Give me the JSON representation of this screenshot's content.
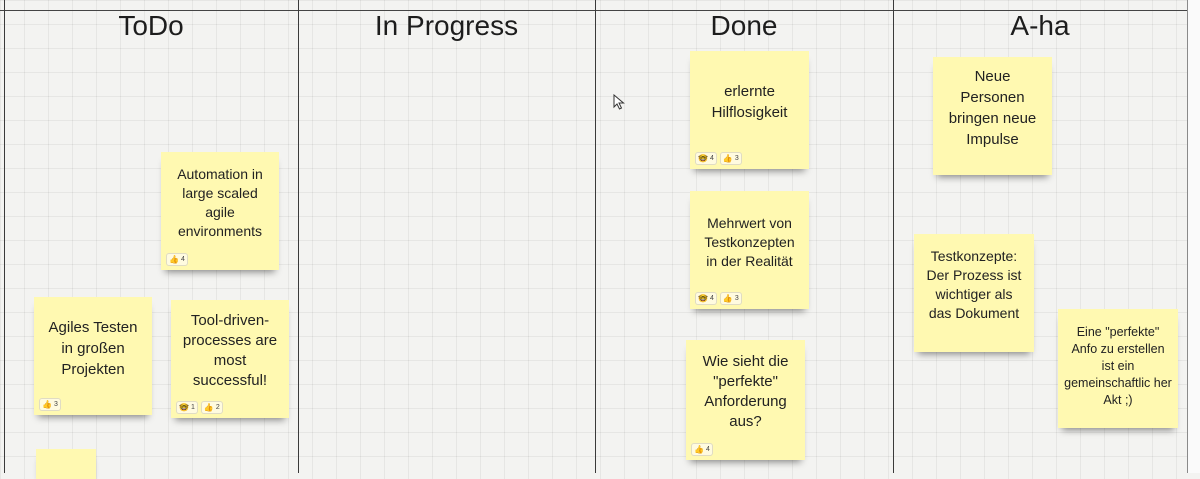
{
  "columns": [
    {
      "title": "ToDo"
    },
    {
      "title": "In Progress"
    },
    {
      "title": "Done"
    },
    {
      "title": "A-ha"
    }
  ],
  "notes": {
    "automation": {
      "text": "Automation in large scaled agile environments",
      "reactions": [
        {
          "icon": "thumbs-up-icon",
          "emoji": "👍",
          "count": "4"
        }
      ]
    },
    "agiles": {
      "text": "Agiles Testen in großen Projekten",
      "reactions": [
        {
          "icon": "thumbs-up-icon",
          "emoji": "👍",
          "count": "3"
        }
      ]
    },
    "tooldriven": {
      "text": "Tool-driven-processes are most successful!",
      "reactions": [
        {
          "icon": "nerd-face-icon",
          "emoji": "🤓",
          "count": "1"
        },
        {
          "icon": "thumbs-up-icon",
          "emoji": "👍",
          "count": "2"
        }
      ]
    },
    "todo_partial": {
      "text": ""
    },
    "erlernte": {
      "text": "erlernte Hilflosigkeit",
      "reactions": [
        {
          "icon": "nerd-face-icon",
          "emoji": "🤓",
          "count": "4"
        },
        {
          "icon": "thumbs-up-icon",
          "emoji": "👍",
          "count": "3"
        }
      ]
    },
    "mehrwert": {
      "text": "Mehrwert von Testkonzepten in der Realität",
      "reactions": [
        {
          "icon": "nerd-face-icon",
          "emoji": "🤓",
          "count": "4"
        },
        {
          "icon": "thumbs-up-icon",
          "emoji": "👍",
          "count": "3"
        }
      ]
    },
    "wie": {
      "text": "Wie sieht die \"perfekte\" Anforderung aus?",
      "reactions": [
        {
          "icon": "thumbs-up-icon",
          "emoji": "👍",
          "count": "4"
        }
      ]
    },
    "neue": {
      "text": "Neue Personen bringen neue Impulse"
    },
    "testkonzepte": {
      "text": "Testkonzepte: Der Prozess ist wichtiger als das Dokument"
    },
    "eine": {
      "text": "Eine \"perfekte\" Anfo zu erstellen ist ein gemeinschaftlic her Akt ;)"
    }
  },
  "colors": {
    "sticky": "#fff9b1",
    "grid": "#f3f3f1",
    "divider": "#3a3a3a"
  }
}
